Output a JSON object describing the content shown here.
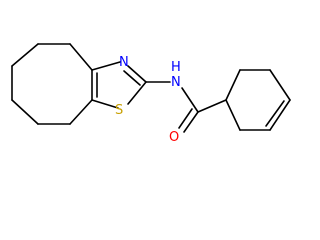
{
  "molecule": {
    "description_visible": "",
    "atoms": [
      {
        "id": "N_ring",
        "label": "N",
        "color": "#0000ff"
      },
      {
        "id": "S_ring",
        "label": "S",
        "color": "#c8a000"
      },
      {
        "id": "N_amide",
        "label": "N",
        "color": "#0000ff"
      },
      {
        "id": "H_amide",
        "label": "H",
        "color": "#0000ff"
      },
      {
        "id": "O_carbonyl",
        "label": "O",
        "color": "#ff0000"
      }
    ]
  }
}
